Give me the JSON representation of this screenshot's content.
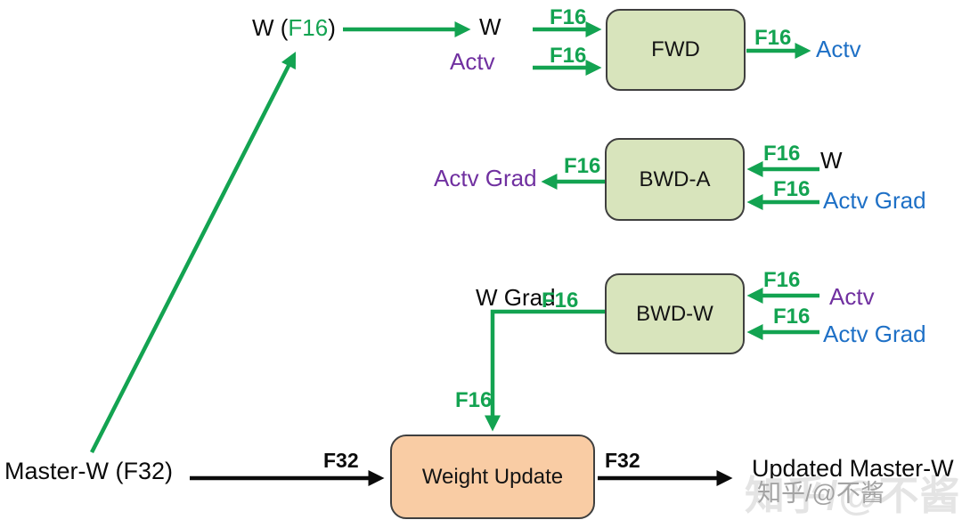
{
  "diagram": {
    "nodes": {
      "fwd": {
        "label": "FWD"
      },
      "bwd_a": {
        "label": "BWD-A"
      },
      "bwd_w": {
        "label": "BWD-W"
      },
      "weight_update": {
        "label": "Weight Update"
      }
    },
    "labels": {
      "w_f16_prefix": "W (",
      "w_f16_value": "F16",
      "w_f16_suffix": ")",
      "w_top": "W",
      "actv_top": "Actv",
      "actv_out": "Actv",
      "actv_grad_out": "Actv Grad",
      "w_right": "W",
      "actv_grad_in_a": "Actv Grad",
      "actv_right": "Actv",
      "actv_grad_in_w": "Actv Grad",
      "w_grad": "W Grad",
      "master_w": "Master-W (F32)",
      "updated_master_w": "Updated Master-W",
      "f16": "F16",
      "f32": "F32"
    },
    "colors": {
      "green": "#13a351",
      "purple": "#7030a0",
      "blue": "#1e70c6",
      "box_green": "#d8e4bc",
      "box_orange": "#f9cca4",
      "box_border": "#3f3f3f",
      "black": "#0b0b0b"
    },
    "watermark": {
      "small_text": "知乎/@不酱",
      "large_text": "知乎/@不酱"
    }
  }
}
